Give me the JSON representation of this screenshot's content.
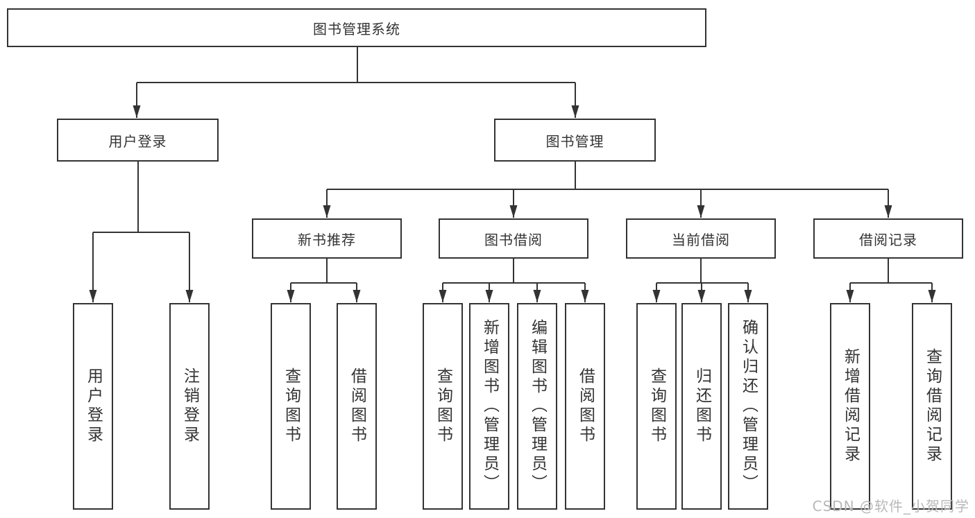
{
  "diagram": {
    "root": {
      "label": "图书管理系统"
    },
    "level2": [
      {
        "label": "用户登录"
      },
      {
        "label": "图书管理"
      }
    ],
    "level3": [
      {
        "label": "新书推荐"
      },
      {
        "label": "图书借阅"
      },
      {
        "label": "当前借阅"
      },
      {
        "label": "借阅记录"
      }
    ],
    "leaves": {
      "user_login": [
        "用户登录",
        "注销登录"
      ],
      "new_book_recommend": [
        "查询图书",
        "借阅图书"
      ],
      "book_borrow": [
        "查询图书",
        "新增图书（管理员）",
        "编辑图书（管理员）",
        "借阅图书"
      ],
      "current_borrow": [
        "查询图书",
        "归还图书",
        "确认归还（管理员）"
      ],
      "borrow_record": [
        "新增借阅记录",
        "查询借阅记录"
      ]
    }
  },
  "watermark": {
    "text": "CSDN @软件_小贺同学"
  },
  "colors": {
    "line": "#333333",
    "box_border": "#333333",
    "text": "#333333",
    "background": "#ffffff",
    "watermark": "#b8b8b8"
  }
}
